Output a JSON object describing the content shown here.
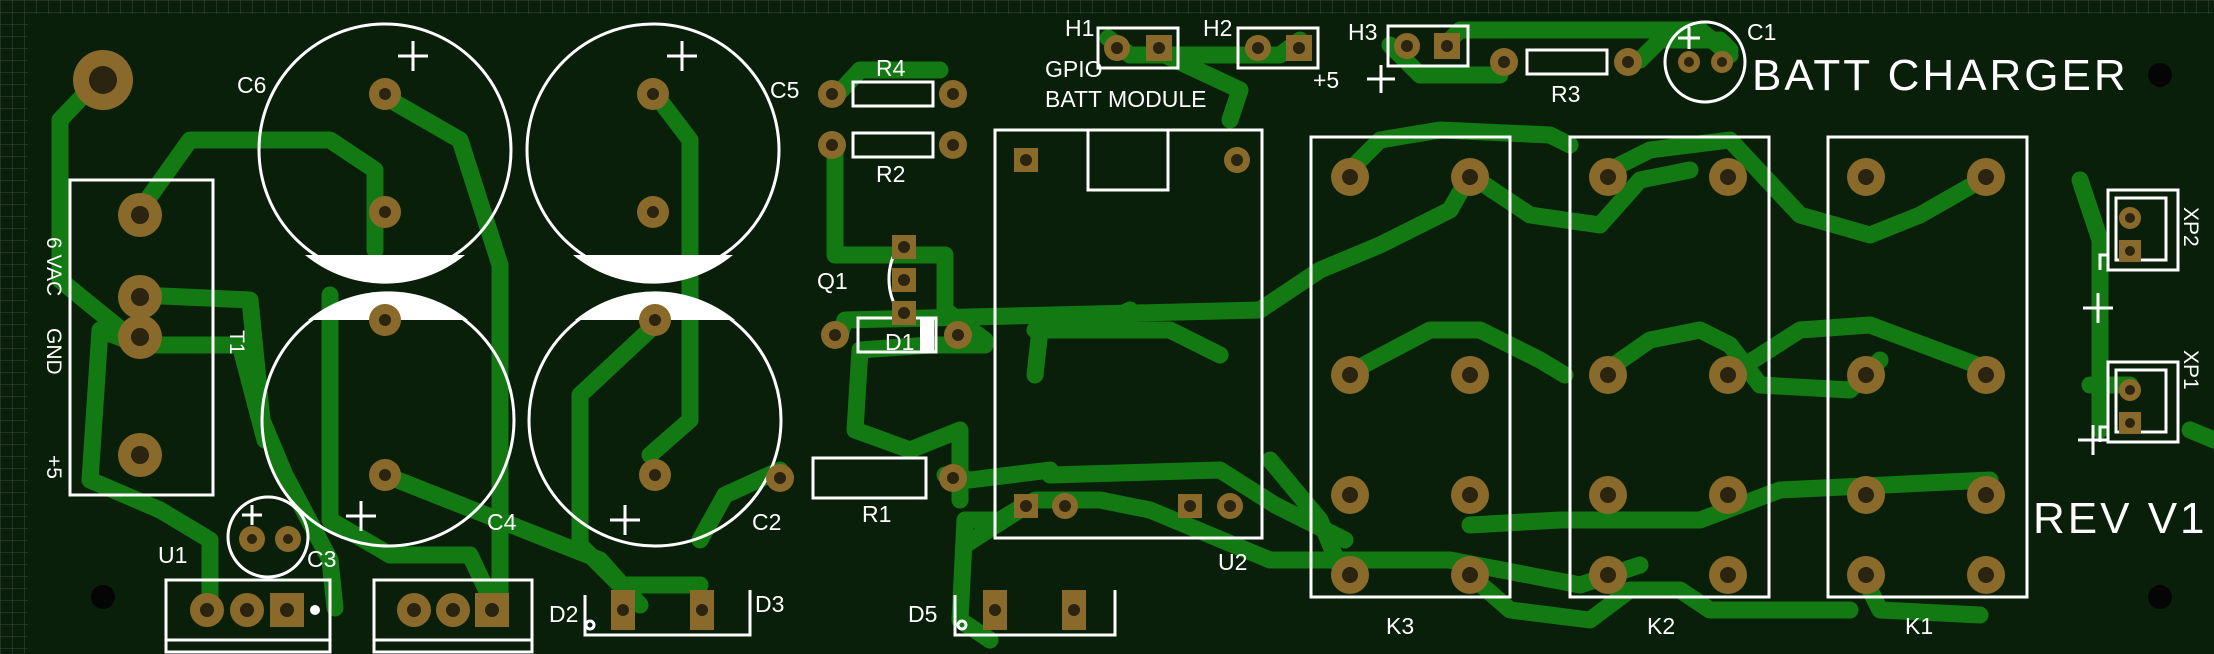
{
  "board": {
    "title": "BATT CHARGER",
    "revision": "REV V1",
    "colors": {
      "background": "#0a1f0a",
      "copper": "#137a13",
      "pad": "#8a6a2a",
      "silkscreen": "#ffffff"
    }
  },
  "connector_labels": {
    "vac": "6 VAC",
    "gnd": "GND",
    "v5": "+5"
  },
  "refdes": {
    "C1": "C1",
    "C2": "C2",
    "C3": "C3",
    "C4": "C4",
    "C5": "C5",
    "C6": "C6",
    "R1": "R1",
    "R2": "R2",
    "R3": "R3",
    "R4": "R4",
    "D1": "D1",
    "D2": "D2",
    "D3": "D3",
    "D5": "D5",
    "Q1": "Q1",
    "T1": "T1",
    "U1": "U1",
    "U2": "U2",
    "H1": "H1",
    "H2": "H2",
    "H3": "H3",
    "K1": "K1",
    "K2": "K2",
    "K3": "K3",
    "XP1": "XP1",
    "XP2": "XP2"
  },
  "module_labels": {
    "gpio": "GPIO",
    "batt_module": "BATT MODULE",
    "plus5": "+5"
  }
}
